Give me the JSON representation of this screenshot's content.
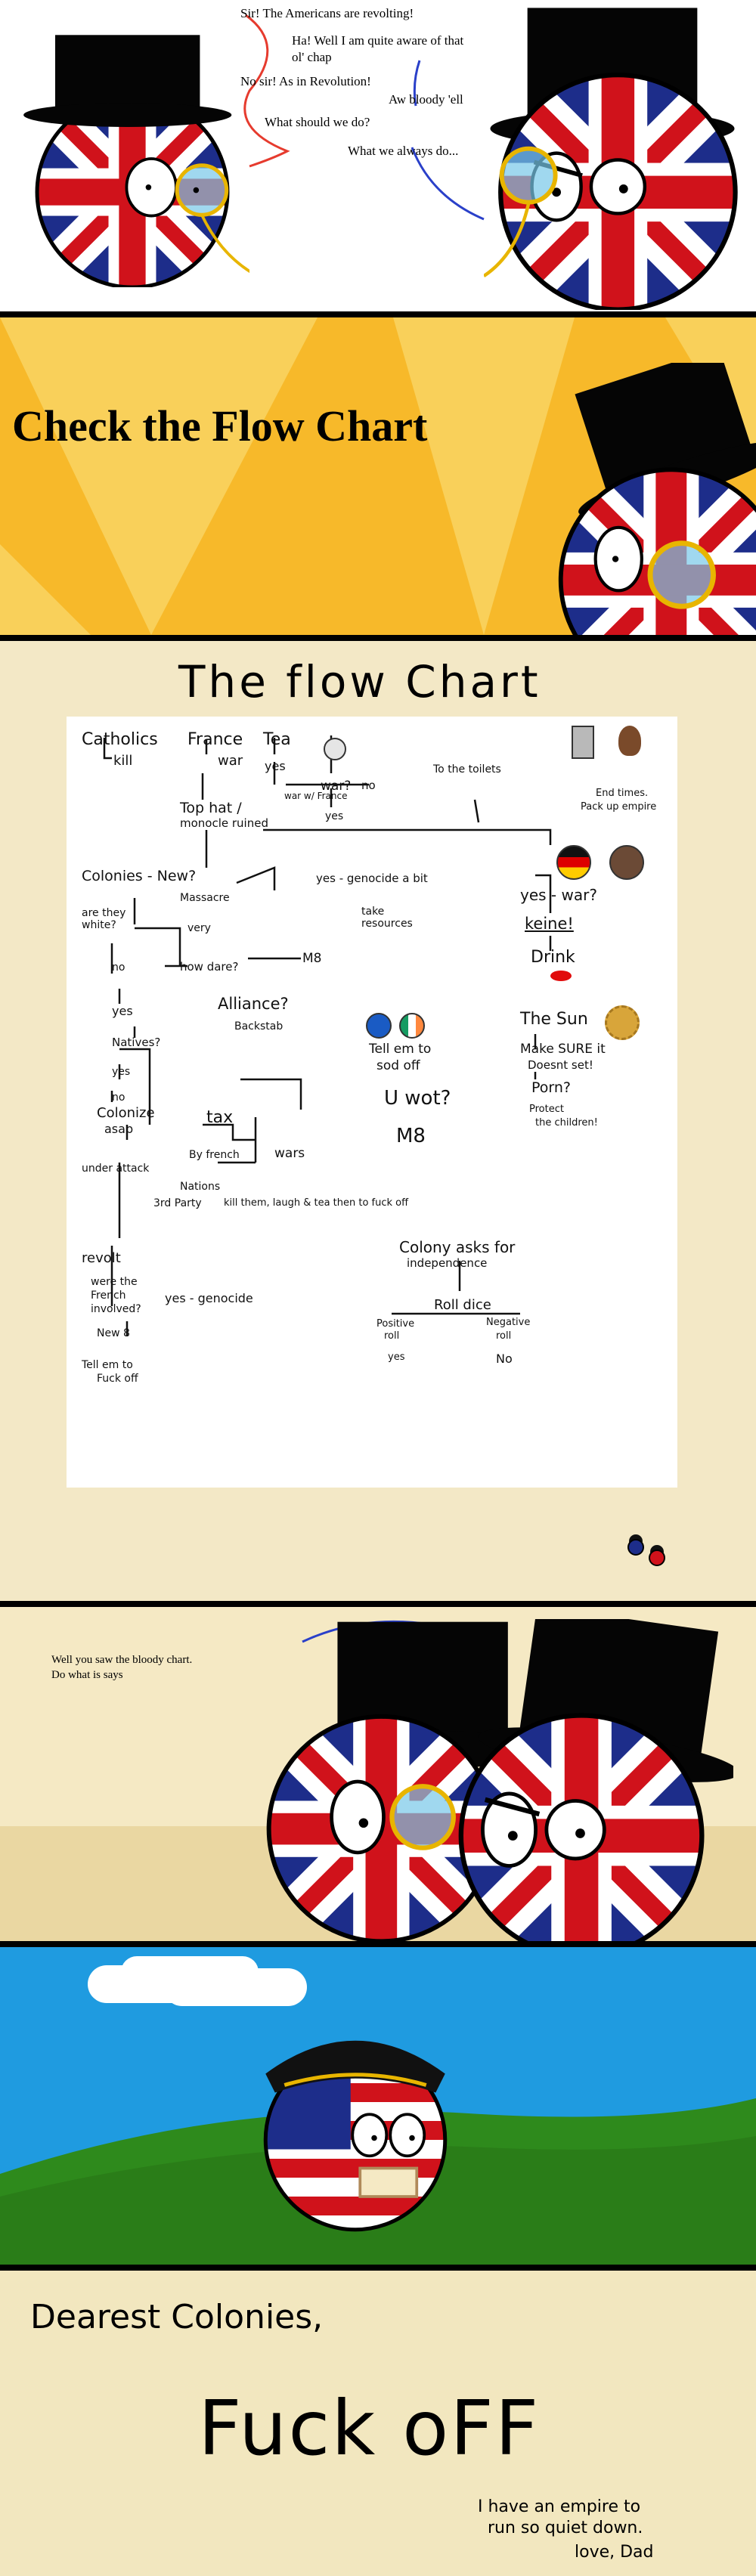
{
  "panel1": {
    "lines": [
      "Sir! The Americans are revolting!",
      "Ha! Well I am quite aware of that",
      "ol' chap",
      "No sir! As in Revolution!",
      "Aw bloody 'ell",
      "What should we do?",
      "What we always do..."
    ]
  },
  "panel2": {
    "title": "Check the Flow Chart"
  },
  "panel3": {
    "heading": "The flow Chart",
    "nodes": {
      "catholics": "Catholics",
      "kill": "kill",
      "france": "France",
      "war": "war",
      "tea": "Tea",
      "yes1": "yes",
      "tophat": "Top hat /",
      "monocle": "monocle ruined",
      "war_france": "war w/ France",
      "war_q": "war?",
      "no1": "no",
      "yes2": "yes",
      "toilets": "To the toilets",
      "end_times": "End times.",
      "pack_empire": "Pack up empire",
      "colonies_new": "Colonies - New?",
      "massacre": "Massacre",
      "very": "very",
      "white": "are they white?",
      "no2": "no",
      "how_dare": "how dare?",
      "m8": "M8",
      "yes_genocide": "yes - genocide a bit",
      "take_resources": "take resources",
      "yes_war": "yes - war?",
      "keine": "keine!",
      "drink": "Drink",
      "alliance": "Alliance?",
      "backstab": "Backstab",
      "yes3": "yes",
      "natives": "Natives?",
      "yes4": "yes",
      "no3": "no",
      "colonize": "Colonize",
      "asap": "asap",
      "tell_sod": "Tell em to",
      "sod_off": "sod off",
      "uwot": "U wot?",
      "m8b": "M8",
      "the_sun": "The Sun",
      "make_sure": "Make SURE it",
      "doesnt_set": "Doesnt set!",
      "porn": "Porn?",
      "protect": "Protect",
      "children": "the children!",
      "tax": "tax",
      "by_french": "By french",
      "wars": "wars",
      "under_attack": "under attack",
      "nations": "Nations",
      "third_party": "3rd Party",
      "kill_laugh": "kill them, laugh & tea then to fuck off",
      "revolt": "revolt",
      "were_french": "were the",
      "were_french2": "French",
      "involved": "involved?",
      "yes_genocide2": "yes - genocide",
      "now8": "New 8",
      "tell_fuck": "Tell em to",
      "fuck_off": "Fuck off",
      "colony_asks": "Colony asks for",
      "independence": "independence",
      "roll_dice": "Roll dice",
      "positive": "Positive",
      "roll_a": "roll",
      "negative": "Negative",
      "roll_b": "roll",
      "yes5": "yes",
      "no4": "No"
    }
  },
  "panel4": {
    "line1": "Well you saw the bloody chart.",
    "line2": "Do what is says"
  },
  "panel6": {
    "greeting": "Dearest Colonies,",
    "message": "Fuck oFF",
    "note1": "I have an empire to",
    "note2": "run so quiet down.",
    "signoff": "love, Dad"
  },
  "colors": {
    "union_blue": "#1d2d8a",
    "union_red": "#d0121b",
    "panel2_bg": "#f7b92a",
    "parchment": "#f3e8c6",
    "sky": "#1f9be0",
    "grass": "#2e8a1c",
    "letter_bg": "#f2e7bf"
  }
}
